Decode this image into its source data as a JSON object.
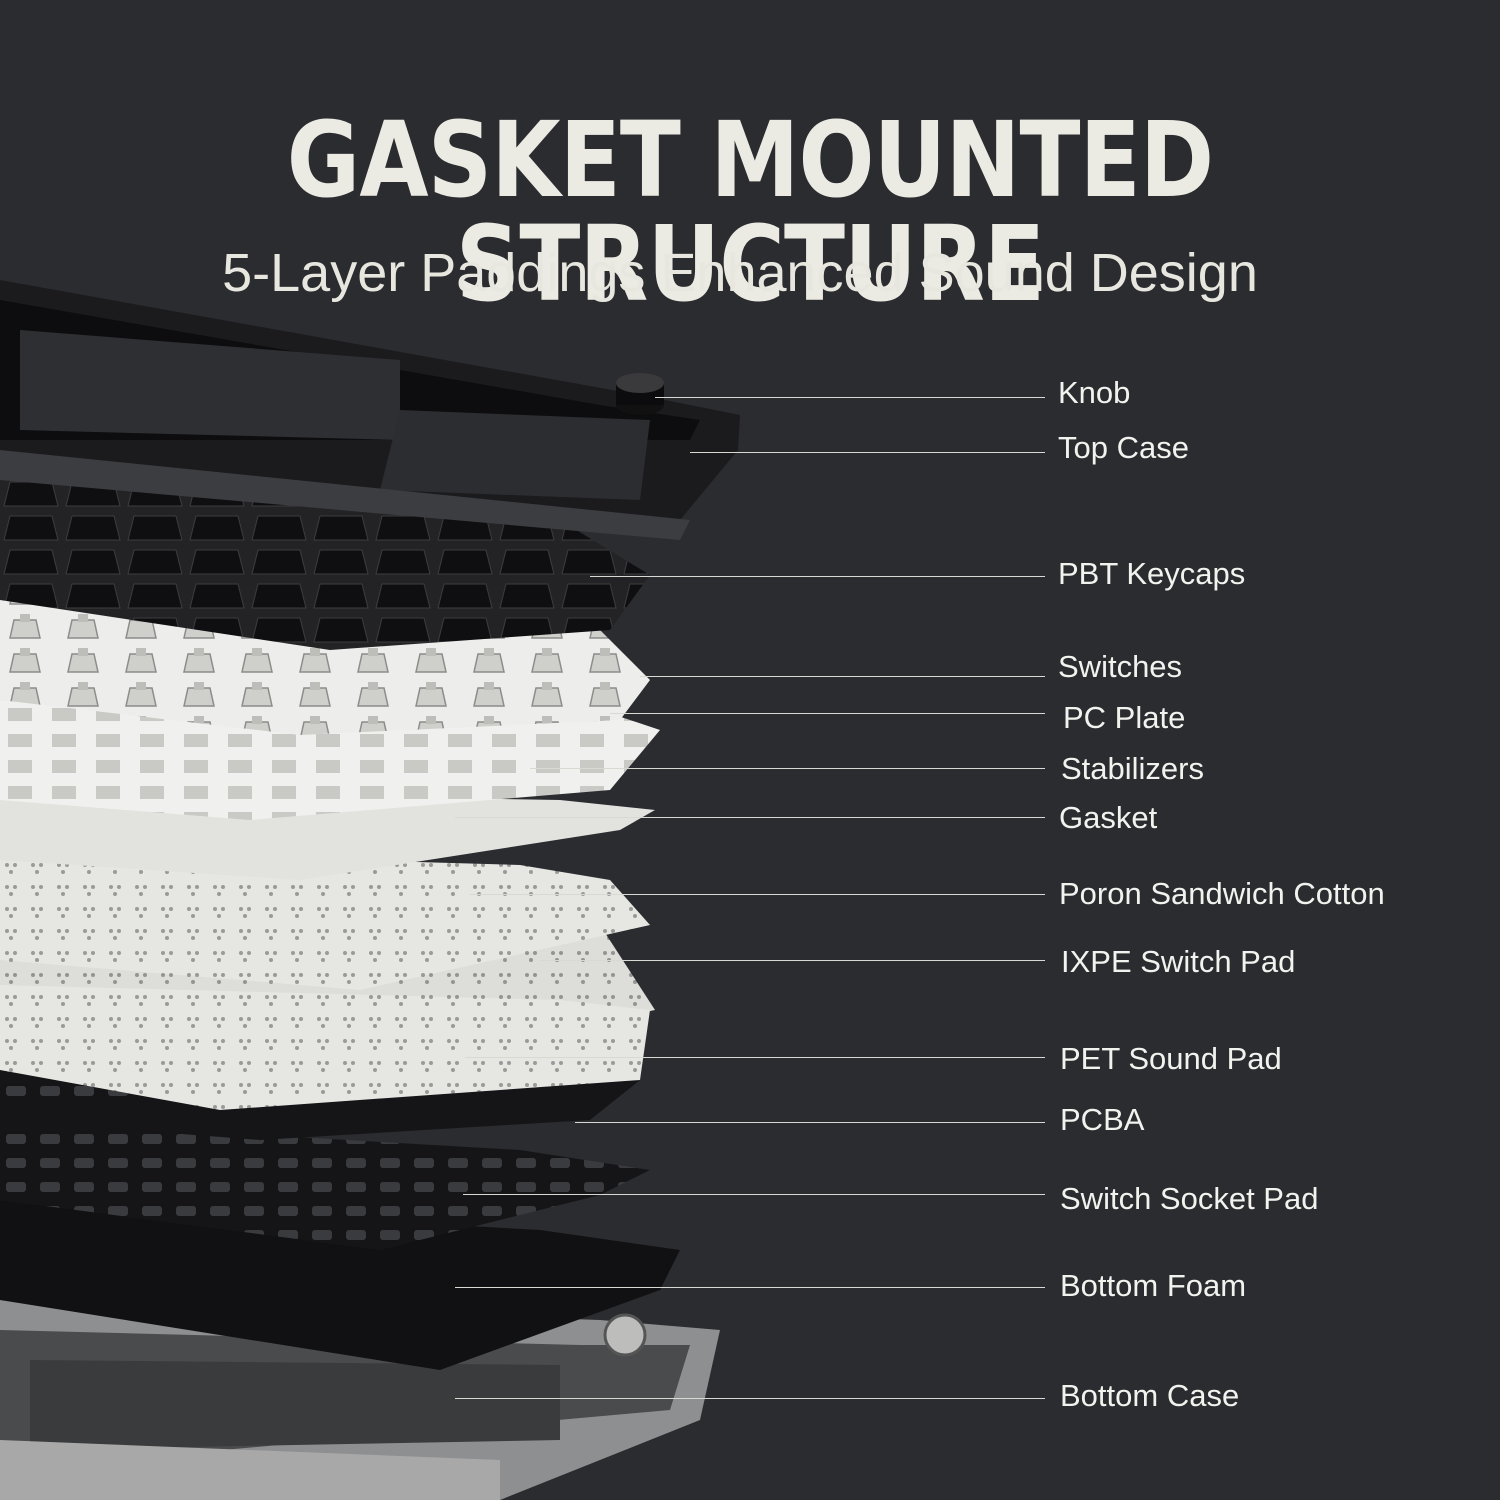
{
  "header": {
    "title": "GASKET MOUNTED STRUCTURE",
    "subtitle": "5-Layer Paddings Enhanced Sound Design"
  },
  "layers": [
    {
      "label": "Knob"
    },
    {
      "label": "Top Case"
    },
    {
      "label": "PBT Keycaps"
    },
    {
      "label": "Switches"
    },
    {
      "label": "PC Plate"
    },
    {
      "label": "Stabilizers"
    },
    {
      "label": "Gasket"
    },
    {
      "label": "Poron Sandwich Cotton"
    },
    {
      "label": "IXPE Switch Pad"
    },
    {
      "label": "PET Sound Pad"
    },
    {
      "label": "PCBA"
    },
    {
      "label": "Switch Socket Pad"
    },
    {
      "label": "Bottom Foam"
    },
    {
      "label": "Bottom Case"
    }
  ],
  "colors": {
    "background": "#2b2c30",
    "text": "#f2f2ee",
    "dark_layer": "#141416",
    "light_layer": "#e9e9e6"
  }
}
